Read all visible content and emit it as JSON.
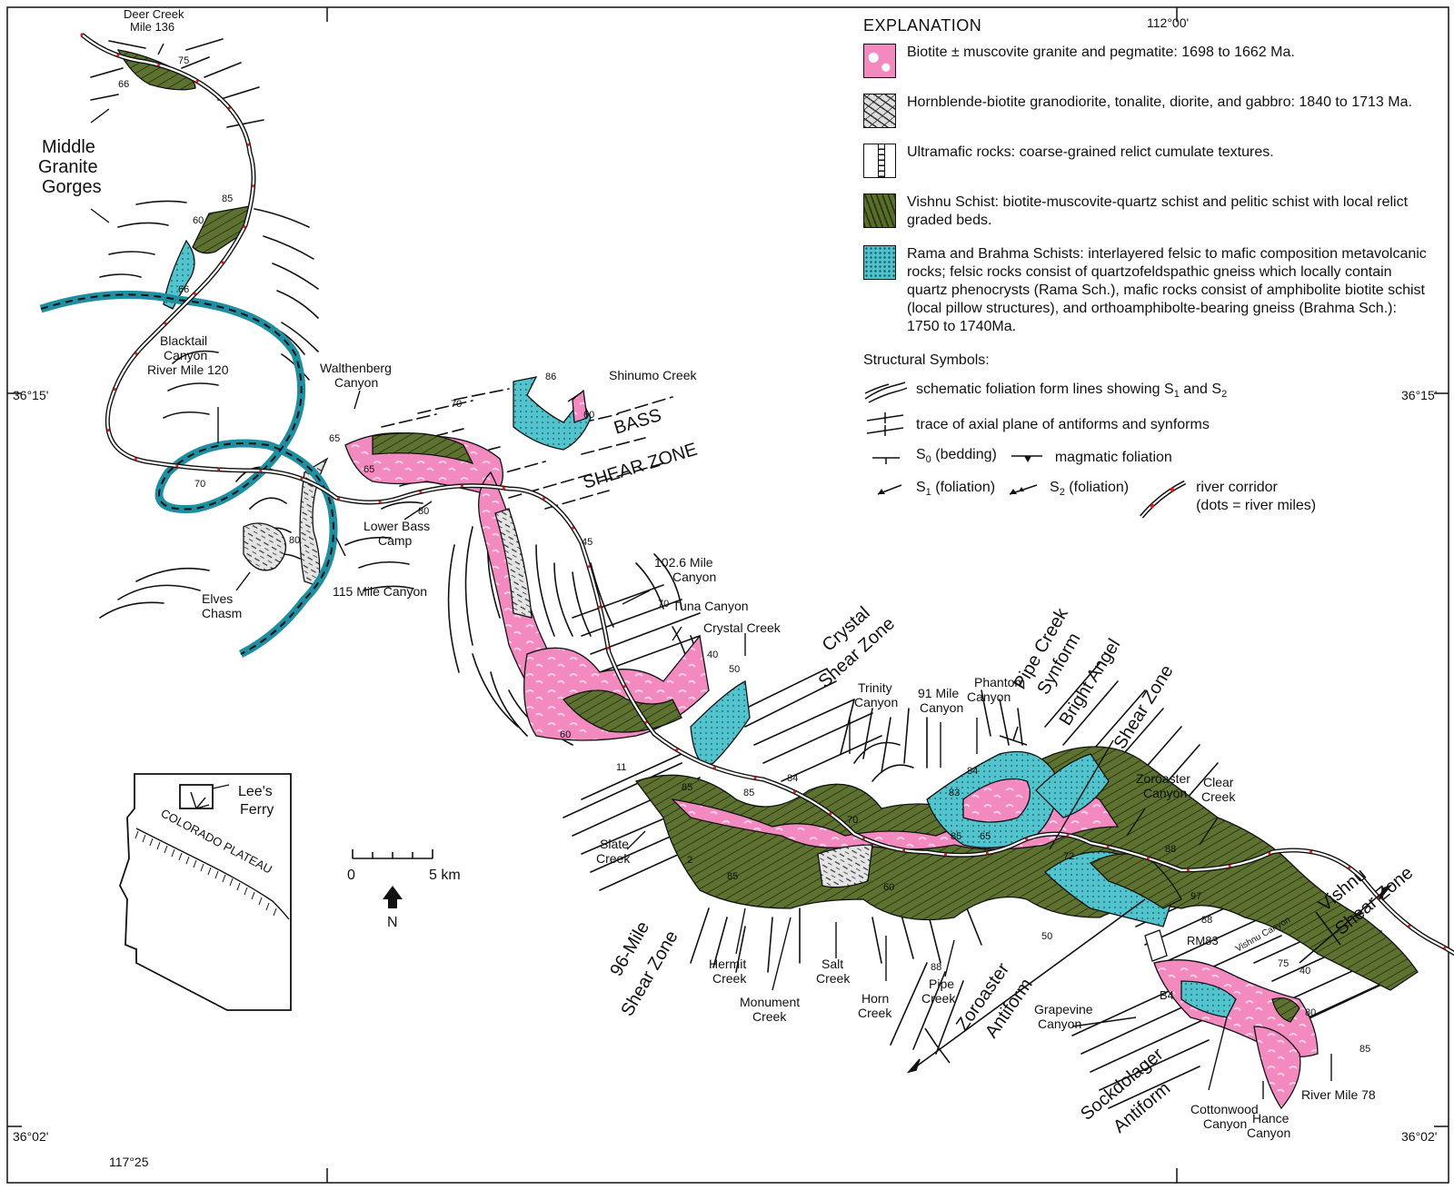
{
  "explanation": {
    "title": "EXPLANATION",
    "units": [
      {
        "key": "granite",
        "text": "Biotite ± muscovite granite and pegmatite: 1698 to 1662 Ma.",
        "color": "#f28ac0"
      },
      {
        "key": "diorite",
        "text": "Hornblende-biotite granodiorite, tonalite, diorite, and gabbro: 1840 to 1713 Ma.",
        "color": "#d8d8d8"
      },
      {
        "key": "ultramafic",
        "text": "Ultramafic rocks: coarse-grained relict cumulate textures.",
        "color": "#ffffff"
      },
      {
        "key": "vishnu",
        "text": "Vishnu Schist: biotite-muscovite-quartz schist and pelitic schist with local relict graded beds.",
        "color": "#5a6e2c"
      },
      {
        "key": "rama",
        "text": "Rama and Brahma Schists: interlayered felsic to mafic composition metavolcanic rocks; felsic rocks consist of quartzofeldspathic gneiss which locally contain quartz phenocrysts (Rama Sch.), mafic rocks consist of amphibolite biotite schist (local pillow structures), and orthoamphibolte-bearing gneiss (Brahma Sch.): 1750 to 1740Ma.",
        "color": "#4fc3cd"
      }
    ],
    "structural_title": "Structural Symbols:",
    "symbols": {
      "foliation_pre": "schematic foliation form lines showing S",
      "foliation_mid": " and S",
      "axial": "trace of axial plane of antiforms and synforms",
      "bedding_s": "S",
      "bedding_sub": "0",
      "bedding_rest": " (bedding)",
      "magmatic": "magmatic foliation",
      "s1_s": "S",
      "s1_sub": "1",
      "s1_rest": " (foliation)",
      "s2_s": "S",
      "s2_sub": "2",
      "s2_rest": " (foliation)",
      "river1": "river corridor",
      "river2": "(dots = river miles)"
    }
  },
  "coords": {
    "top_long": "112°00'",
    "bottom_long": "117°25",
    "left_lat_top": "36°15'",
    "right_lat_top": "36°15'",
    "left_lat_bottom": "36°02'",
    "right_lat_bottom": "36°02'"
  },
  "scale": {
    "zero": "0",
    "five": "5 km",
    "north": "N"
  },
  "inset": {
    "lees1": "Lee's",
    "lees2": "Ferry",
    "plateau": "COLORADO PLATEAU"
  },
  "labels": {
    "deer1": "Deer Creek",
    "deer2": "Mile 136",
    "mgg1": "Middle",
    "mgg2": "Granite",
    "mgg3": "Gorges",
    "blacktail1": "Blacktail",
    "blacktail2": "Canyon",
    "blacktail3": "River Mile 120",
    "walth1": "Walthenberg",
    "walth2": "Canyon",
    "shinumo": "Shinumo Creek",
    "bass1": "BASS",
    "bass2": "SHEAR ZONE",
    "lowerbass1": "Lower Bass",
    "lowerbass2": "Camp",
    "mile115": "115 Mile Canyon",
    "elves1": "Elves",
    "elves2": "Chasm",
    "m1026a": "102.6 Mile",
    "m1026b": "Canyon",
    "tuna": "Tuna Canyon",
    "crystalcreek": "Crystal Creek",
    "crystalsz1": "Crystal",
    "crystalsz2": "Shear Zone",
    "trinity1": "Trinity",
    "trinity2": "Canyon",
    "m91a": "91 Mile",
    "m91b": "Canyon",
    "phantom1": "Phantom",
    "phantom2": "Canyon",
    "pipesyn1": "Pipe Creek",
    "pipesyn2": "Synform",
    "brightangel": "Bright Angel",
    "shearzone": "Shear Zone",
    "zoroaster1": "Zoroaster",
    "zoroaster2": "Canyon",
    "clear1": "Clear",
    "clear2": "Creek",
    "slate1": "Slate",
    "slate2": "Creek",
    "m96a": "96-Mile",
    "m96b": "Shear Zone",
    "hermit1": "Hermit",
    "hermit2": "Creek",
    "monument1": "Monument",
    "monument2": "Creek",
    "salt1": "Salt",
    "salt2": "Creek",
    "horn1": "Horn",
    "horn2": "Creek",
    "pipe1": "Pipe",
    "pipe2": "Creek",
    "zantiform1": "Zoroaster",
    "zantiform2": "Antiform",
    "grapevine1": "Grapevine",
    "grapevine2": "Canyon",
    "sock1": "Sockdolager",
    "sock2": "Antiform",
    "cotton1": "Cottonwood",
    "cotton2": "Canyon",
    "hance1": "Hance",
    "hance2": "Canyon",
    "rm78": "River Mile 78",
    "vishnusz1": "Vishnu",
    "vishnusz2": "Shear Zone",
    "vishnucanyon": "Vishnu Canyon",
    "rm83": "RM83",
    "b4": "B4"
  },
  "dips": [
    {
      "v": "75"
    },
    {
      "v": "66"
    },
    {
      "v": "85"
    },
    {
      "v": "60"
    },
    {
      "v": "66"
    },
    {
      "v": "70"
    },
    {
      "v": "65"
    },
    {
      "v": "65"
    },
    {
      "v": "80"
    },
    {
      "v": "80"
    },
    {
      "v": "86"
    },
    {
      "v": "60"
    },
    {
      "v": "70"
    },
    {
      "v": "45"
    },
    {
      "v": "70"
    },
    {
      "v": "40"
    },
    {
      "v": "50"
    },
    {
      "v": "60"
    },
    {
      "v": "11"
    },
    {
      "v": "85"
    },
    {
      "v": "85"
    },
    {
      "v": "84"
    },
    {
      "v": "70"
    },
    {
      "v": "84"
    },
    {
      "v": "83"
    },
    {
      "v": "85"
    },
    {
      "v": "65"
    },
    {
      "v": "72"
    },
    {
      "v": "88"
    },
    {
      "v": "97"
    },
    {
      "v": "88"
    },
    {
      "v": "2"
    },
    {
      "v": "85"
    },
    {
      "v": "60"
    },
    {
      "v": "50"
    },
    {
      "v": "88"
    },
    {
      "v": "75"
    },
    {
      "v": "40"
    },
    {
      "v": "80"
    },
    {
      "v": "85"
    }
  ]
}
